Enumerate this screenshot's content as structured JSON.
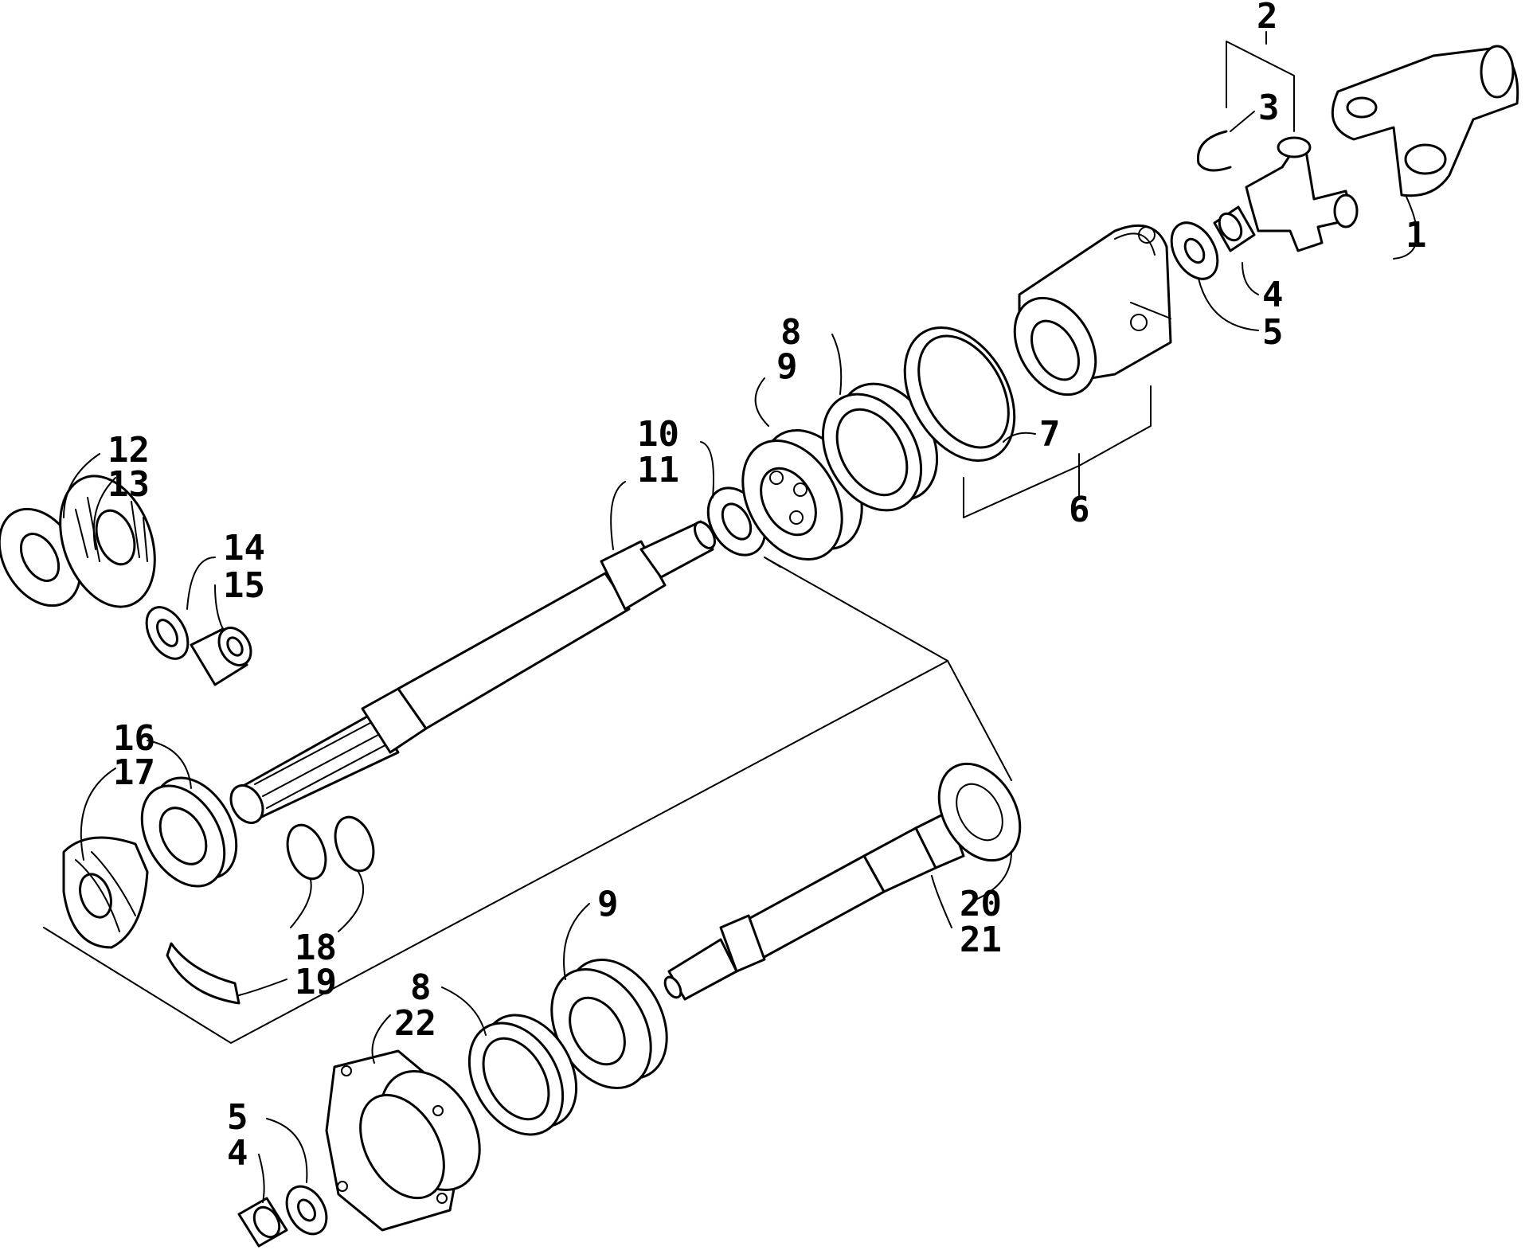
{
  "diagram": {
    "labels": {
      "l1": "1",
      "l2": "2",
      "l3": "3",
      "l4a": "4",
      "l5a": "5",
      "l6": "6",
      "l7": "7",
      "l8a": "8",
      "l9a": "9",
      "l10": "10",
      "l11": "11",
      "l12": "12",
      "l13": "13",
      "l14": "14",
      "l15": "15",
      "l16": "16",
      "l17": "17",
      "l18": "18",
      "l19": "19",
      "l20": "20",
      "l21": "21",
      "l9b": "9",
      "l8b": "8",
      "l22": "22",
      "l5b": "5",
      "l4b": "4"
    }
  }
}
